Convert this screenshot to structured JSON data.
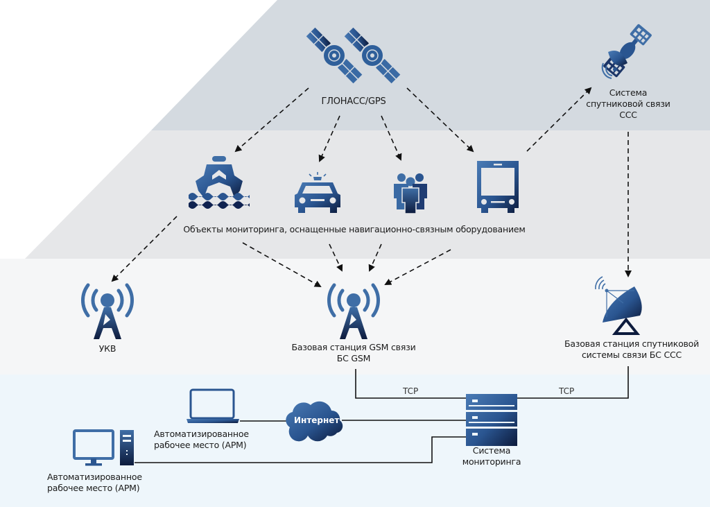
{
  "colors": {
    "band_satellite": "#d5dbe1",
    "band_objects": "#e7e8ea",
    "band_stations": "#f5f6f8",
    "band_monitoring": "#eef6fb",
    "icon_light": "#3f6ea6",
    "icon_dark": "#0d1b3d",
    "arrow": "#111111"
  },
  "satellites": {
    "glonass_label": "ГЛОНАСС/GPS",
    "ssc_label_lines": [
      "Система",
      "спутниковой связи",
      "ССС"
    ]
  },
  "objects": {
    "caption": "Объекты мониторинга, оснащенные навигационно-связным оборудованием",
    "items": [
      {
        "icon": "ship-icon"
      },
      {
        "icon": "police-car-icon"
      },
      {
        "icon": "people-group-icon"
      },
      {
        "icon": "bus-icon"
      }
    ]
  },
  "stations": {
    "ukv_label": "УКВ",
    "gsm_label_lines": [
      "Базовая станция GSM связи",
      "БС GSM"
    ],
    "ssc_base_label_lines": [
      "Базовая станция спутниковой",
      "системы связи БС ССС"
    ]
  },
  "monitoring": {
    "tcp_left": "TCP",
    "tcp_right": "TCP",
    "internet_label": "Интернет",
    "server_label_lines": [
      "Система",
      "мониторинга"
    ],
    "laptop_label_lines": [
      "Автоматизированное",
      "рабочее место (АРМ)"
    ],
    "desktop_label_lines": [
      "Автоматизированное",
      "рабочее место (АРМ)"
    ]
  }
}
